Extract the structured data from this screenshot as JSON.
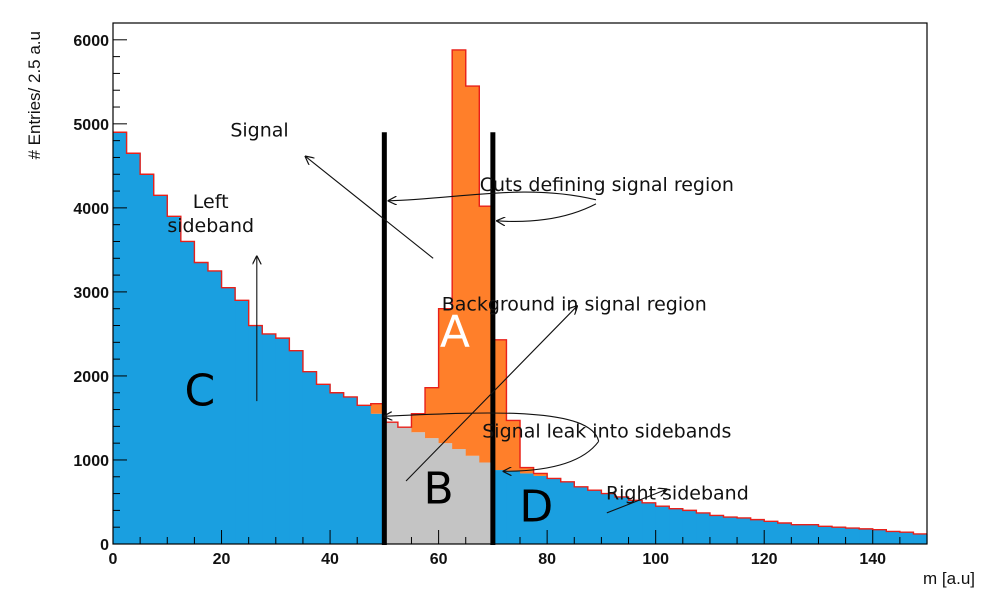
{
  "chart_data": {
    "type": "bar",
    "xlabel": "m [a.u]",
    "ylabel": "# Entries/ 2.5 a.u",
    "xlim": [
      0,
      150
    ],
    "ylim": [
      0,
      6200
    ],
    "bin_width": 2.5,
    "x_ticks": [
      "0",
      "20",
      "40",
      "60",
      "80",
      "100",
      "120",
      "140"
    ],
    "y_ticks": [
      "0",
      "1000",
      "2000",
      "3000",
      "4000",
      "5000",
      "6000"
    ],
    "x_tick_values": [
      0,
      20,
      40,
      60,
      80,
      100,
      120,
      140
    ],
    "y_tick_values": [
      0,
      1000,
      2000,
      3000,
      4000,
      5000,
      6000
    ],
    "bin_edges_start": 0,
    "background": [
      4900,
      4650,
      4400,
      4150,
      3900,
      3600,
      3350,
      3250,
      3050,
      2900,
      2600,
      2500,
      2450,
      2300,
      2050,
      1900,
      1800,
      1750,
      1650,
      1550,
      1450,
      1390,
      1330,
      1260,
      1200,
      1130,
      1050,
      970,
      880,
      870,
      840,
      810,
      780,
      740,
      680,
      640,
      600,
      560,
      520,
      490,
      450,
      420,
      400,
      370,
      340,
      320,
      310,
      290,
      270,
      250,
      230,
      230,
      210,
      200,
      190,
      180,
      170,
      150,
      140,
      120
    ],
    "signal": [
      0,
      0,
      0,
      0,
      0,
      0,
      0,
      0,
      0,
      0,
      0,
      0,
      0,
      0,
      0,
      0,
      0,
      0,
      0,
      120,
      0,
      0,
      220,
      600,
      1600,
      4750,
      4400,
      3050,
      1550,
      600,
      70,
      30,
      0,
      0,
      0,
      0,
      0,
      0,
      0,
      0,
      0,
      0,
      0,
      0,
      0,
      0,
      0,
      0,
      0,
      0,
      0,
      0,
      0,
      0,
      0,
      0,
      0,
      0,
      0,
      0
    ],
    "signal_region_cuts": [
      50,
      70
    ],
    "cut_line_height": 4900,
    "colors": {
      "background": "#1a9fe0",
      "signal": "#ff7f2a",
      "signal_outline": "#e8201a",
      "background_in_signal_region": "#c4c4c4",
      "cut_lines": "#000000"
    },
    "regions": [
      {
        "label": "A",
        "x": 63,
        "y": 2350,
        "color": "#ffffff"
      },
      {
        "label": "B",
        "x": 60,
        "y": 480,
        "color": "#000000"
      },
      {
        "label": "C",
        "x": 16,
        "y": 1650,
        "color": "#000000"
      },
      {
        "label": "D",
        "x": 78,
        "y": 270,
        "color": "#000000"
      }
    ],
    "annotations": [
      {
        "key": "signal",
        "lines": [
          "Signal"
        ],
        "x": 27,
        "y": 4850
      },
      {
        "key": "left_sideband",
        "lines": [
          "Left",
          "sideband"
        ],
        "x": 18,
        "y": 4000
      },
      {
        "key": "cuts",
        "lines": [
          "Cuts defining signal region"
        ],
        "x": 91,
        "y": 4200
      },
      {
        "key": "bkg_signal_region",
        "lines": [
          "Background in signal region"
        ],
        "x": 85,
        "y": 2780
      },
      {
        "key": "signal_leak",
        "lines": [
          "Signal leak into sidebands"
        ],
        "x": 91,
        "y": 1270
      },
      {
        "key": "right_sideband",
        "lines": [
          "Right sideband"
        ],
        "x": 104,
        "y": 530
      }
    ]
  }
}
